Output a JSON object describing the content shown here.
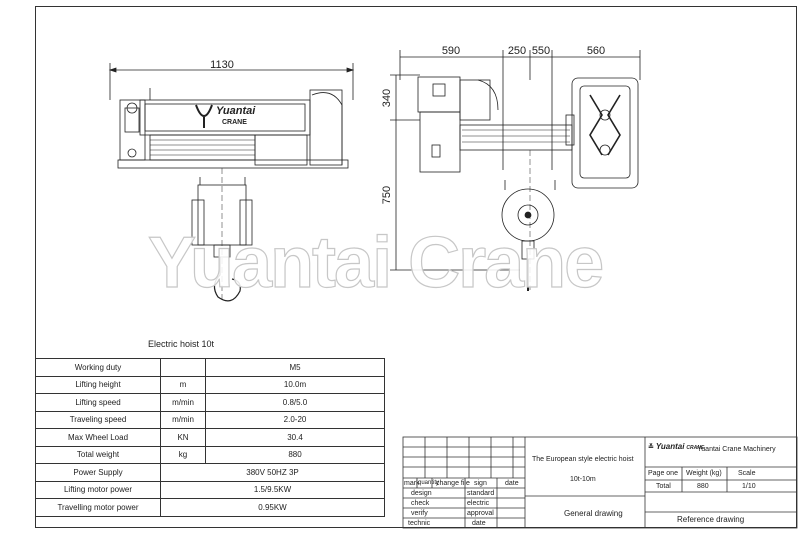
{
  "drawing": {
    "dimensions": {
      "front_width": "1130",
      "side_top": [
        "590",
        "250",
        "550",
        "560"
      ],
      "side_height_top": "340",
      "side_height_bottom": "750"
    },
    "body_logo": {
      "line1": "Yuantai",
      "line2": "CRANE"
    },
    "watermark": "Yuantai Crane",
    "caption": "Electric hoist  10t"
  },
  "spec_table": {
    "rows": [
      {
        "label": "Working duty",
        "unit": "",
        "value": "M5"
      },
      {
        "label": "Lifting height",
        "unit": "m",
        "value": "10.0m"
      },
      {
        "label": "Lifting speed",
        "unit": "m/min",
        "value": "0.8/5.0"
      },
      {
        "label": "Traveling speed",
        "unit": "m/min",
        "value": "2.0-20"
      },
      {
        "label": "Max Wheel Load",
        "unit": "KN",
        "value": "30.4"
      },
      {
        "label": "Total weight",
        "unit": "kg",
        "value": "880"
      },
      {
        "label": "Power Supply",
        "unit": "",
        "value": "380V 50HZ 3P"
      },
      {
        "label": "Lifting motor power",
        "unit": "",
        "value": "1.5/9.5KW"
      },
      {
        "label": "Travelling motor power",
        "unit": "",
        "value": "0.95KW"
      }
    ]
  },
  "title_block": {
    "revision_headers": {
      "mark": "mark",
      "quantity": "quantity",
      "change_file": "change file",
      "sign": "sign",
      "date": "date"
    },
    "roles_left": [
      "design",
      "check",
      "verify",
      "technic"
    ],
    "roles_right": [
      "standard",
      "electric",
      "approval",
      "date"
    ],
    "title": "The European style electric hoist",
    "subtitle": "10t-10m",
    "drawing_type": "General drawing",
    "company_logo": {
      "line1": "Yuantai",
      "line2": "CRANE"
    },
    "company": "Yuantai Crane Machinery",
    "headers": {
      "page": "Page one",
      "weight": "Weight (kg)",
      "scale": "Scale"
    },
    "values": {
      "total_label": "Total",
      "weight": "880",
      "scale": "1/10"
    },
    "reference": "Reference drawing"
  }
}
